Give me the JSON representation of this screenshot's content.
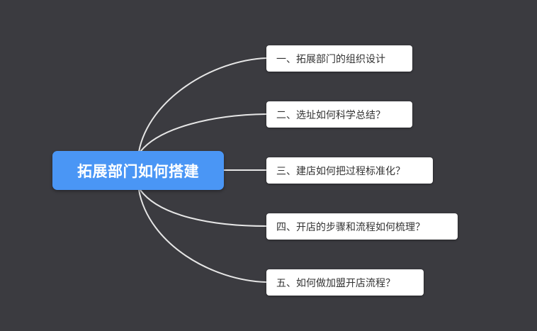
{
  "mindmap": {
    "root": {
      "label": "拓展部门如何搭建"
    },
    "branches": [
      {
        "label": "一、拓展部门的组织设计"
      },
      {
        "label": "二、选址如何科学总结？"
      },
      {
        "label": "三、建店如何把过程标准化？"
      },
      {
        "label": "四、开店的步骤和流程如何梳理？"
      },
      {
        "label": "五、如何做加盟开店流程？"
      }
    ]
  },
  "colors": {
    "background": "#3b3b40",
    "root_fill": "#4a96f5",
    "branch_fill": "#ffffff",
    "connector": "#e6e6e6"
  }
}
